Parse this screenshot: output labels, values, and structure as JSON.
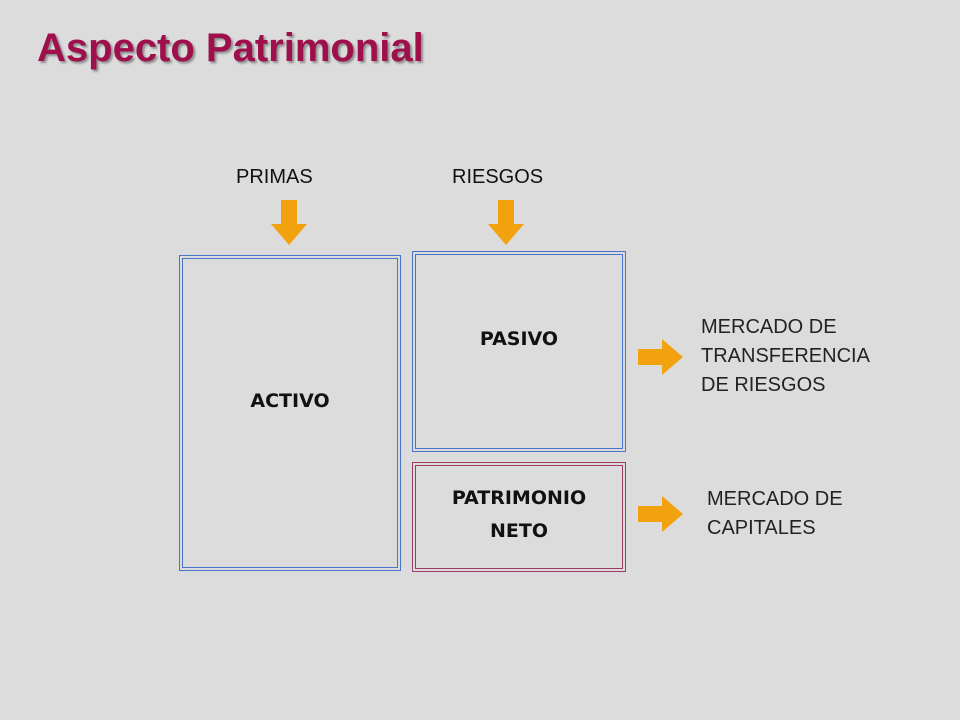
{
  "title": "Aspecto Patrimonial",
  "inputs": {
    "primas": "PRIMAS",
    "riesgos": "RIESGOS"
  },
  "boxes": {
    "activo": "ACTIVO",
    "pasivo": "PASIVO",
    "patrimonio_line1": "PATRIMONIO",
    "patrimonio_line2": "NETO"
  },
  "outputs": {
    "transferencia": [
      "MERCADO DE",
      "TRANSFERENCIA",
      "DE RIESGOS"
    ],
    "capitales": [
      "MERCADO DE",
      "CAPITALES"
    ]
  },
  "colors": {
    "title": "#9e0f4c",
    "arrow": "#f2a20f",
    "box_border_blue": "#4a74c9",
    "box_border_magenta": "#a23a66",
    "background": "#dcdcdc"
  }
}
